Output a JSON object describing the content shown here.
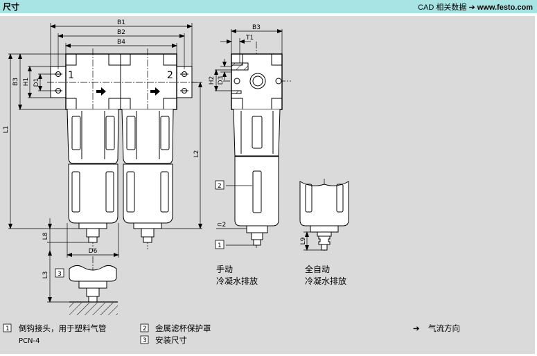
{
  "header": {
    "title": "尺寸",
    "cad_label": "CAD 相关数据",
    "arrow": "➔",
    "link": "www.festo.com"
  },
  "dimensions": {
    "b1": "B1",
    "b2": "B2",
    "b3": "B3",
    "b4": "B4",
    "h1": "H1",
    "h2": "H2",
    "d1": "D1",
    "d3": "D3",
    "d6": "D6",
    "l1": "L1",
    "l2": "L2",
    "l3": "L3",
    "l8": "L8",
    "l9": "L9",
    "t1": "T1",
    "wrench": "⊂2"
  },
  "ports": {
    "inlet": "1",
    "outlet": "2"
  },
  "tags": {
    "tag1": "1",
    "tag2": "2",
    "tag3": "3"
  },
  "captions": {
    "manual_line1": "手动",
    "manual_line2": "冷凝水排放",
    "auto_line1": "全自动",
    "auto_line2": "冷凝水排放"
  },
  "legend": {
    "items": [
      {
        "num": "1",
        "text": "倒钩接头，用于塑料气管",
        "sub": "PCN-4"
      },
      {
        "num": "2",
        "text": "金属滤杯保护罩"
      },
      {
        "num": "3",
        "text": "安装尺寸"
      }
    ],
    "flow_arrow": "➔",
    "flow_text": "气流方向"
  }
}
